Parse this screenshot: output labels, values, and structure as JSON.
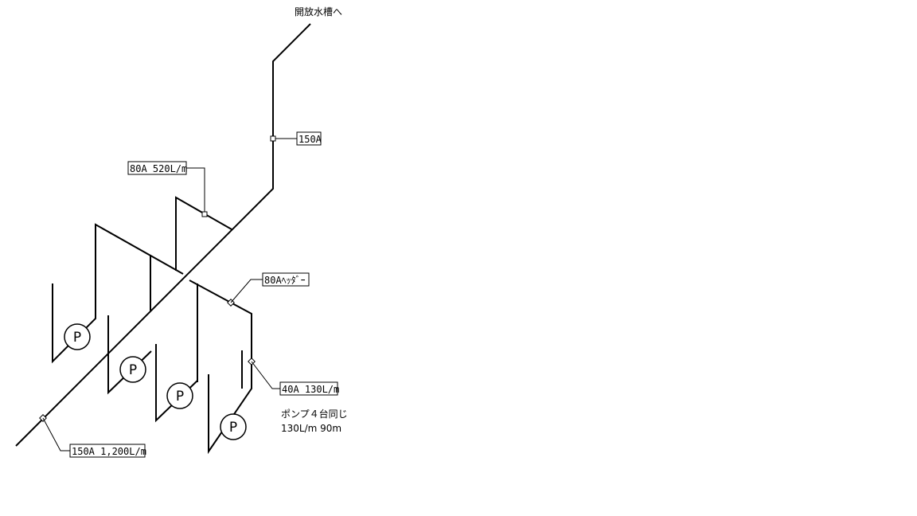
{
  "diagram": {
    "labels": {
      "destination": "開放水槽へ",
      "riser_size": "150A",
      "branch_size": "80A 520L/m",
      "header": "80Aﾍｯﾀﾞｰ",
      "pump_branch": "40A 130L/m",
      "main_pipe": "150A 1,200L/m",
      "note_line1": "ポンプ４台同じ",
      "note_line2": "130L/m 90m"
    },
    "pump_symbol": "P",
    "pumps": [
      {
        "label": "P"
      },
      {
        "label": "P"
      },
      {
        "label": "P"
      },
      {
        "label": "P"
      }
    ]
  }
}
